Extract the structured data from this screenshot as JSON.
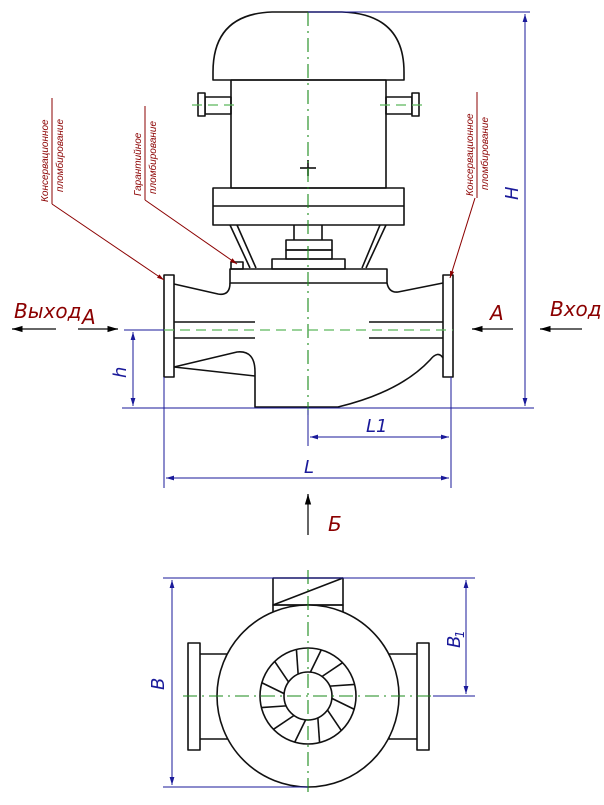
{
  "drawing": {
    "title": "Pump general arrangement drawing",
    "labels": {
      "outlet": "Выход",
      "inlet": "Вход",
      "section_left": "А",
      "section_right": "А",
      "view_b": "Б"
    },
    "annotations": {
      "conservation_seal_left": [
        "Консервационное",
        "пломбирование"
      ],
      "warranty_seal": [
        "Гарантийное",
        "пломбирование"
      ],
      "conservation_seal_right": [
        "Консервационное",
        "пломбирование"
      ]
    },
    "dimensions": {
      "H": "H",
      "h": "h",
      "L": "L",
      "L1": "L1",
      "B": "B",
      "B1_main": "B",
      "B1_sub": "1"
    },
    "colors": {
      "outline": "#111111",
      "centerline": "#1a8a1a",
      "dimension": "#1a1a9a",
      "annotation": "#8b0000"
    }
  }
}
